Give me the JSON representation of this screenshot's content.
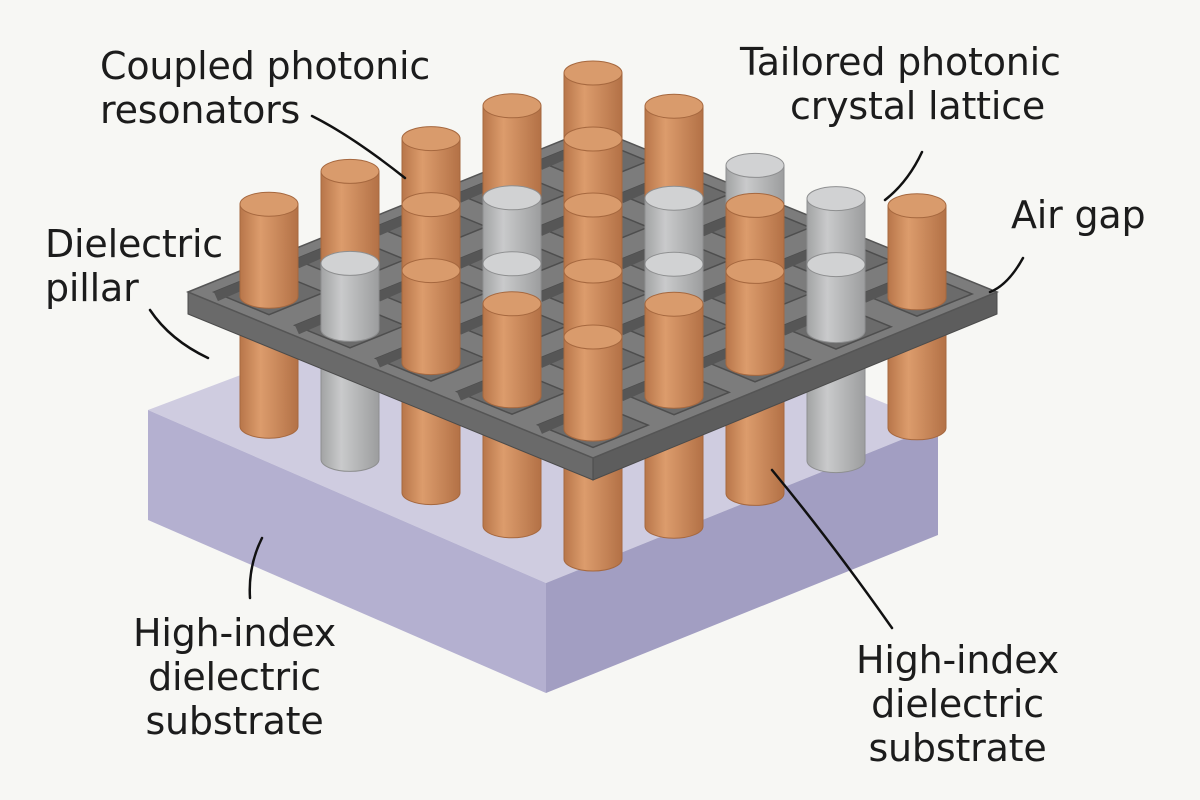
{
  "labels": {
    "coupled_resonators": [
      "Coupled photonic",
      "resonators"
    ],
    "crystal_lattice": [
      "Tailored photonic",
      "crystal lattice"
    ],
    "air_gap": "Air gap",
    "dielectric_pillar": [
      "Dielectric",
      "pillar"
    ],
    "substrate_left": [
      "High-index",
      "dielectric",
      "substrate"
    ],
    "substrate_right": [
      "High-index",
      "dielectric",
      "substrate"
    ]
  },
  "lattice": {
    "rows": 5,
    "cols": 5,
    "pillar_map": [
      [
        "copper",
        "copper",
        "copper",
        "copper",
        "copper"
      ],
      [
        "gray",
        "copper",
        "gray",
        "copper",
        "copper"
      ],
      [
        "copper",
        "gray",
        "copper",
        "gray",
        "gray"
      ],
      [
        "copper",
        "copper",
        "gray",
        "copper",
        "gray"
      ],
      [
        "copper",
        "copper",
        "copper",
        "gray",
        "copper"
      ]
    ]
  },
  "colors": {
    "copper": "#cf8f60",
    "gray_pillar": "#b9babb",
    "lattice_top": "#7c7c7c",
    "lattice_side": "#5d5d5d",
    "substrate_top": "#cfcce0",
    "substrate_front": "#b4b0d0",
    "substrate_side": "#a29ec2",
    "leader_line": "#111111"
  }
}
